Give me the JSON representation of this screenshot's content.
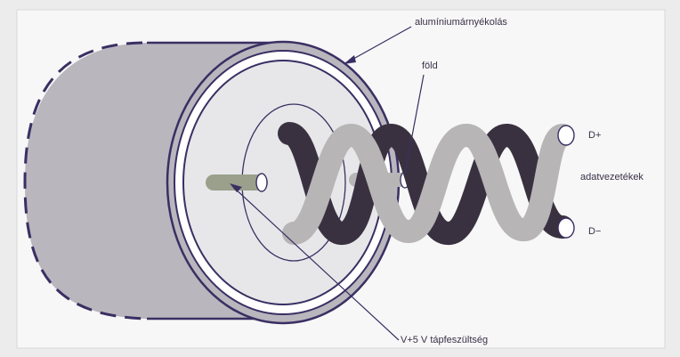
{
  "labels": {
    "shield": "alumíniumárnyékolás",
    "ground": "föld",
    "d_plus": "D+",
    "data_wires": "adatvezetékek",
    "d_minus": "D−",
    "power": "V+5 V tápfeszültség"
  },
  "colors": {
    "background": "#ececec",
    "frame": "#f7f7f7",
    "cable_body": "#b9b6bd",
    "outline": "#3a2f63",
    "dark_wire": "#3a3140",
    "light_wire": "#b7b5b5",
    "power_wire": "#9aa08c"
  }
}
